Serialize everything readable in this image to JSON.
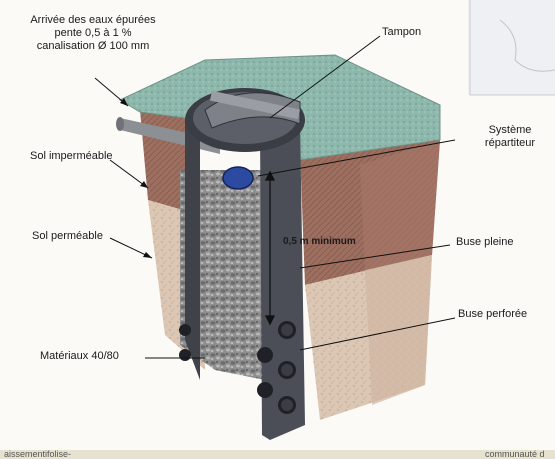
{
  "labels": {
    "arrivee_line1": "Arrivée des eaux épurées",
    "arrivee_line2": "pente 0,5 à 1 %",
    "arrivee_line3": "canalisation Ø 100 mm",
    "tampon": "Tampon",
    "systeme_line1": "Système",
    "systeme_line2": "répartiteur",
    "sol_impermeable": "Sol imperméable",
    "sol_permeable": "Sol perméable",
    "distance": "0,5 m minimum",
    "buse_pleine": "Buse pleine",
    "buse_perforee": "Buse perforée",
    "materiaux": "Matériaux 40/80"
  },
  "footer": {
    "left": "aissementifolise-",
    "right": "communauté d"
  },
  "colors": {
    "grass": "#8fb6ad",
    "clay": "#9a6d5f",
    "sand": "#d9c3b0",
    "pipe": "#4a4d55",
    "gravel": "#9c9c9c",
    "distributor": "#2b4aa0"
  }
}
